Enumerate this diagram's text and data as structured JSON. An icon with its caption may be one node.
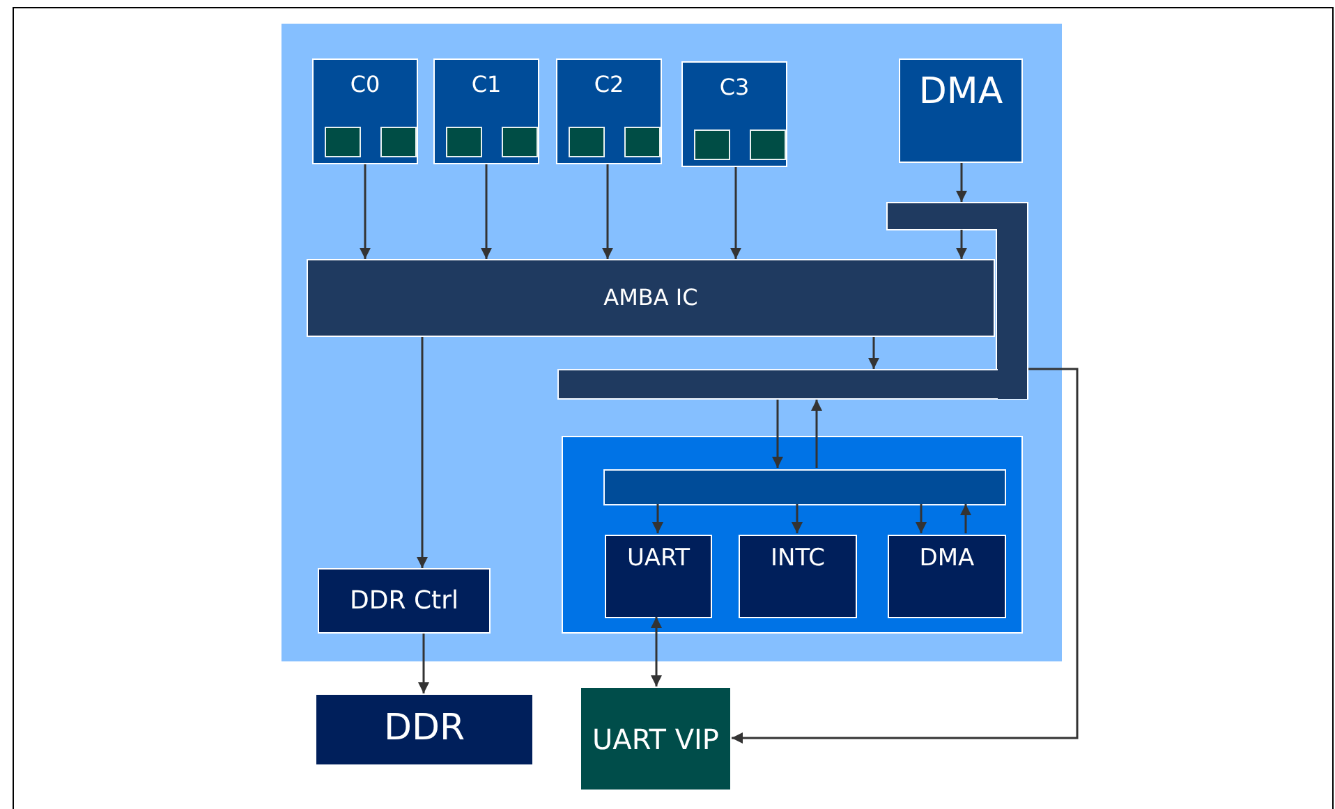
{
  "diagram": {
    "nodes": [
      {
        "text": [],
        "shape": "box"
      },
      {
        "text": [
          "C0"
        ],
        "in": 0
      },
      {
        "text": [
          "C1"
        ],
        "in": 0
      },
      {
        "text": [
          "C2"
        ],
        "in": 0
      },
      {
        "text": [
          "C3"
        ],
        "in": 0
      },
      {
        "text": [
          "DMA"
        ],
        "in": 0
      },
      {
        "text": [],
        "shape": "bar",
        "in": 0
      },
      {
        "text": [
          "AMBA IC"
        ],
        "in": 0
      },
      {
        "text": [],
        "shape": "bar",
        "in": 0
      },
      {
        "text": [],
        "shape": "box",
        "in": 0
      },
      {
        "text": [],
        "shape": "bar",
        "in": 9
      },
      {
        "text": [
          "UART"
        ],
        "in": 9
      },
      {
        "text": [
          "INTC"
        ],
        "in": 9
      },
      {
        "text": [
          "DMA"
        ],
        "in": 9
      },
      {
        "text": [
          "DDR Ctrl"
        ],
        "in": 0
      },
      {
        "text": [
          "DDR"
        ]
      },
      {
        "text": [
          "UART VIP"
        ]
      }
    ],
    "edges": [
      {
        "from": 1,
        "to": 7,
        "arrow": "to"
      },
      {
        "from": 2,
        "to": 7,
        "arrow": "to"
      },
      {
        "from": 3,
        "to": 7,
        "arrow": "to"
      },
      {
        "from": 4,
        "to": 7,
        "arrow": "to"
      },
      {
        "from": 5,
        "to": 6,
        "arrow": "to"
      },
      {
        "from": 6,
        "to": 7,
        "arrow": "to"
      },
      {
        "from": 7,
        "to": 8,
        "arrow": "to"
      },
      {
        "from": 7,
        "to": 14,
        "arrow": "to"
      },
      {
        "from": 8,
        "to": 10,
        "arrow": "to"
      },
      {
        "from": 10,
        "to": 8,
        "arrow": "to"
      },
      {
        "from": 10,
        "to": 11,
        "arrow": "to"
      },
      {
        "from": 10,
        "to": 12,
        "arrow": "to"
      },
      {
        "from": 10,
        "to": 13,
        "arrow": "to"
      },
      {
        "from": 13,
        "to": 10,
        "arrow": "to"
      },
      {
        "from": 11,
        "to": 16,
        "arrow": "both"
      },
      {
        "from": 14,
        "to": 15,
        "arrow": "to"
      },
      {
        "from": 6,
        "to": 16,
        "arrow": "to"
      }
    ]
  }
}
